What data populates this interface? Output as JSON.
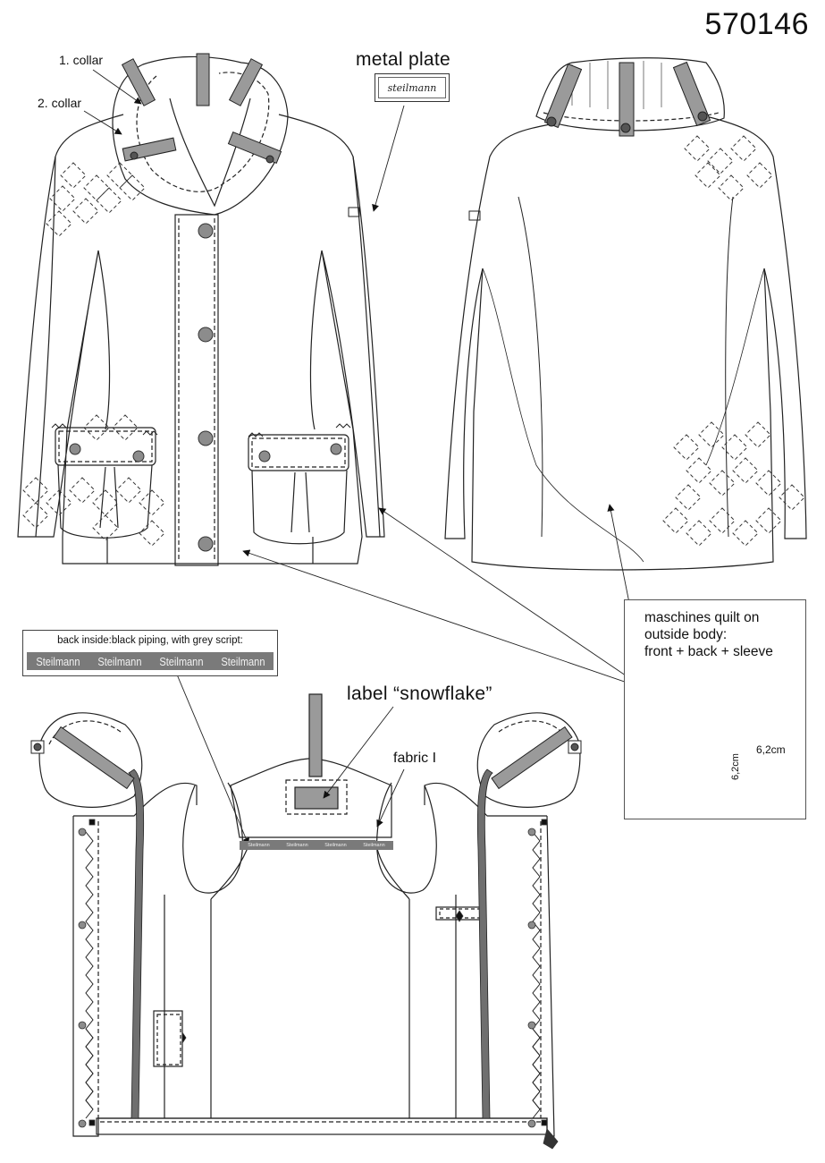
{
  "article_number": "570146",
  "labels": {
    "collar_1": "1. collar",
    "collar_2": "2. collar",
    "metal_plate": "metal plate",
    "metal_plate_logo": "steilmann",
    "label_snowflake": "label “snowflake”",
    "fabric": "fabric I"
  },
  "quilt_note": {
    "lines": [
      "maschines quilt on",
      "outside body:",
      "front + back + sleeve"
    ],
    "width_dim": "6,2cm",
    "height_dim": "6,2cm"
  },
  "piping_note": {
    "caption": "back inside:black piping, with grey script:",
    "script_words": [
      "Steilmann",
      "Steilmann",
      "Steilmann",
      "Steilmann"
    ],
    "small_script_words": [
      "Steilmann",
      "Steilmann",
      "Steilmann",
      "Steilmann"
    ]
  },
  "colors": {
    "line": "#222222",
    "tab_grey": "#9a9a9a",
    "button_grey": "#8c8c8c",
    "piping_grey": "#7a7a7a"
  }
}
